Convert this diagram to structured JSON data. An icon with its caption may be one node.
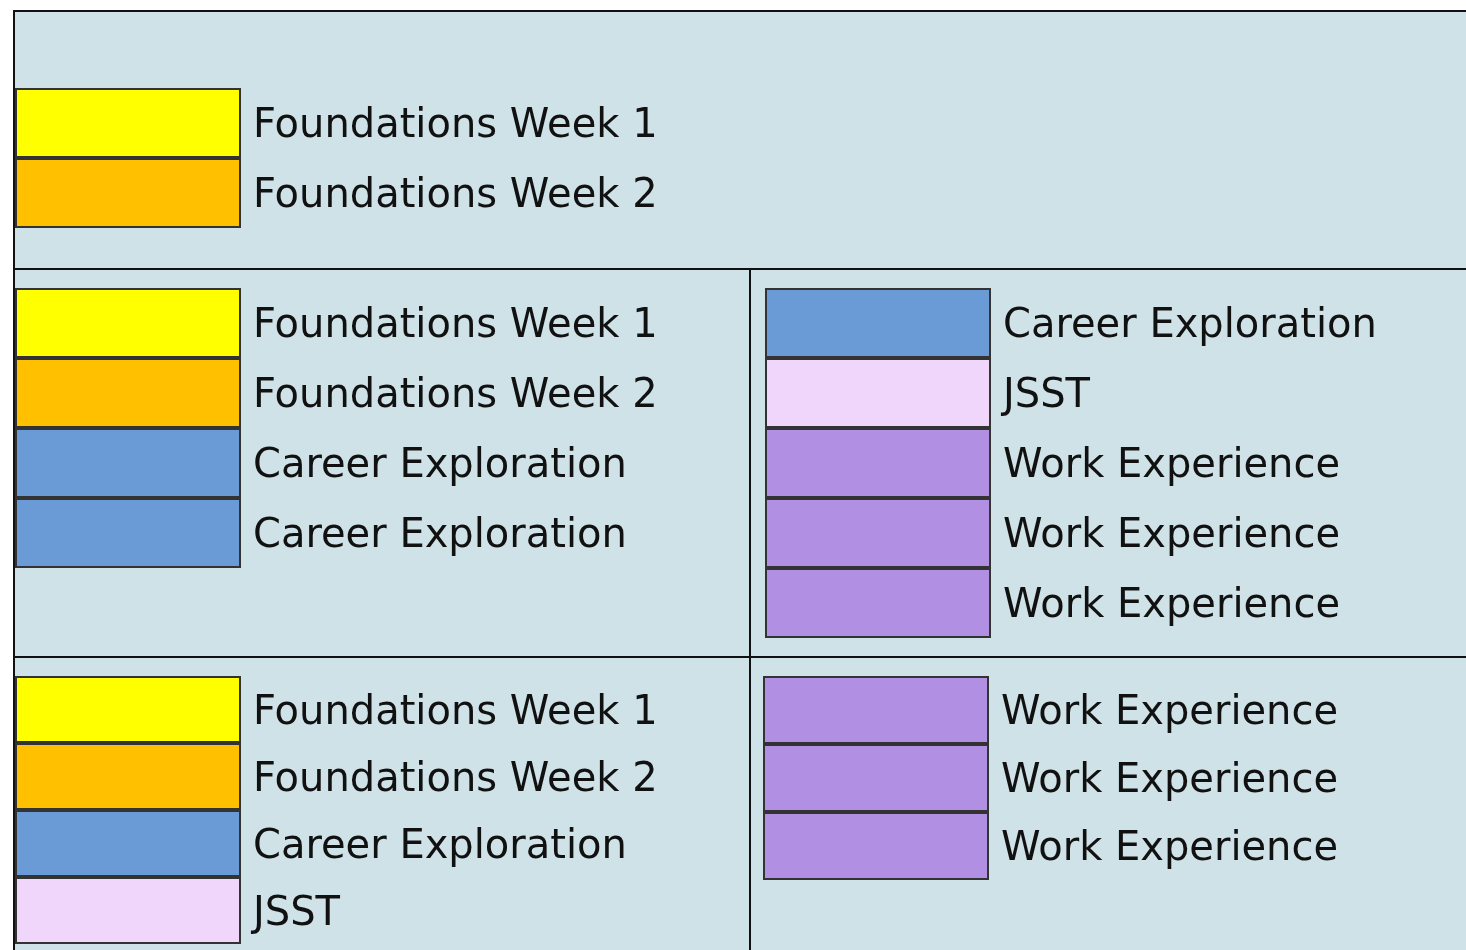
{
  "diagram": {
    "legend": [
      {
        "text": "Foundations Week 1",
        "color": "#ffff00"
      },
      {
        "text": "Foundations Week 2",
        "color": "#ffc000"
      },
      {
        "text": "Foundations Week 1",
        "color": "#ffff00"
      },
      {
        "text": "Foundations Week 2",
        "color": "#ffc000"
      },
      {
        "text": "Career Exploration",
        "color": "#6a9bd6"
      },
      {
        "text": "Career Exploration",
        "color": "#6a9bd6"
      },
      {
        "text": "Career Exploration",
        "color": "#6a9bd6"
      },
      {
        "text": "JSST",
        "color": "#f0d6fa"
      },
      {
        "text": "Work Experience",
        "color": "#b18fe2"
      },
      {
        "text": "Work Experience",
        "color": "#b18fe2"
      },
      {
        "text": "Work Experience",
        "color": "#b18fe2"
      },
      {
        "text": "Foundations Week 1",
        "color": "#ffff00"
      },
      {
        "text": "Foundations Week 2",
        "color": "#ffc000"
      },
      {
        "text": "Career Exploration",
        "color": "#6a9bd6"
      },
      {
        "text": "JSST",
        "color": "#f0d6fa"
      },
      {
        "text": "Work Experience",
        "color": "#b18fe2"
      },
      {
        "text": "Work Experience",
        "color": "#b18fe2"
      },
      {
        "text": "Work Experience",
        "color": "#b18fe2"
      }
    ]
  }
}
